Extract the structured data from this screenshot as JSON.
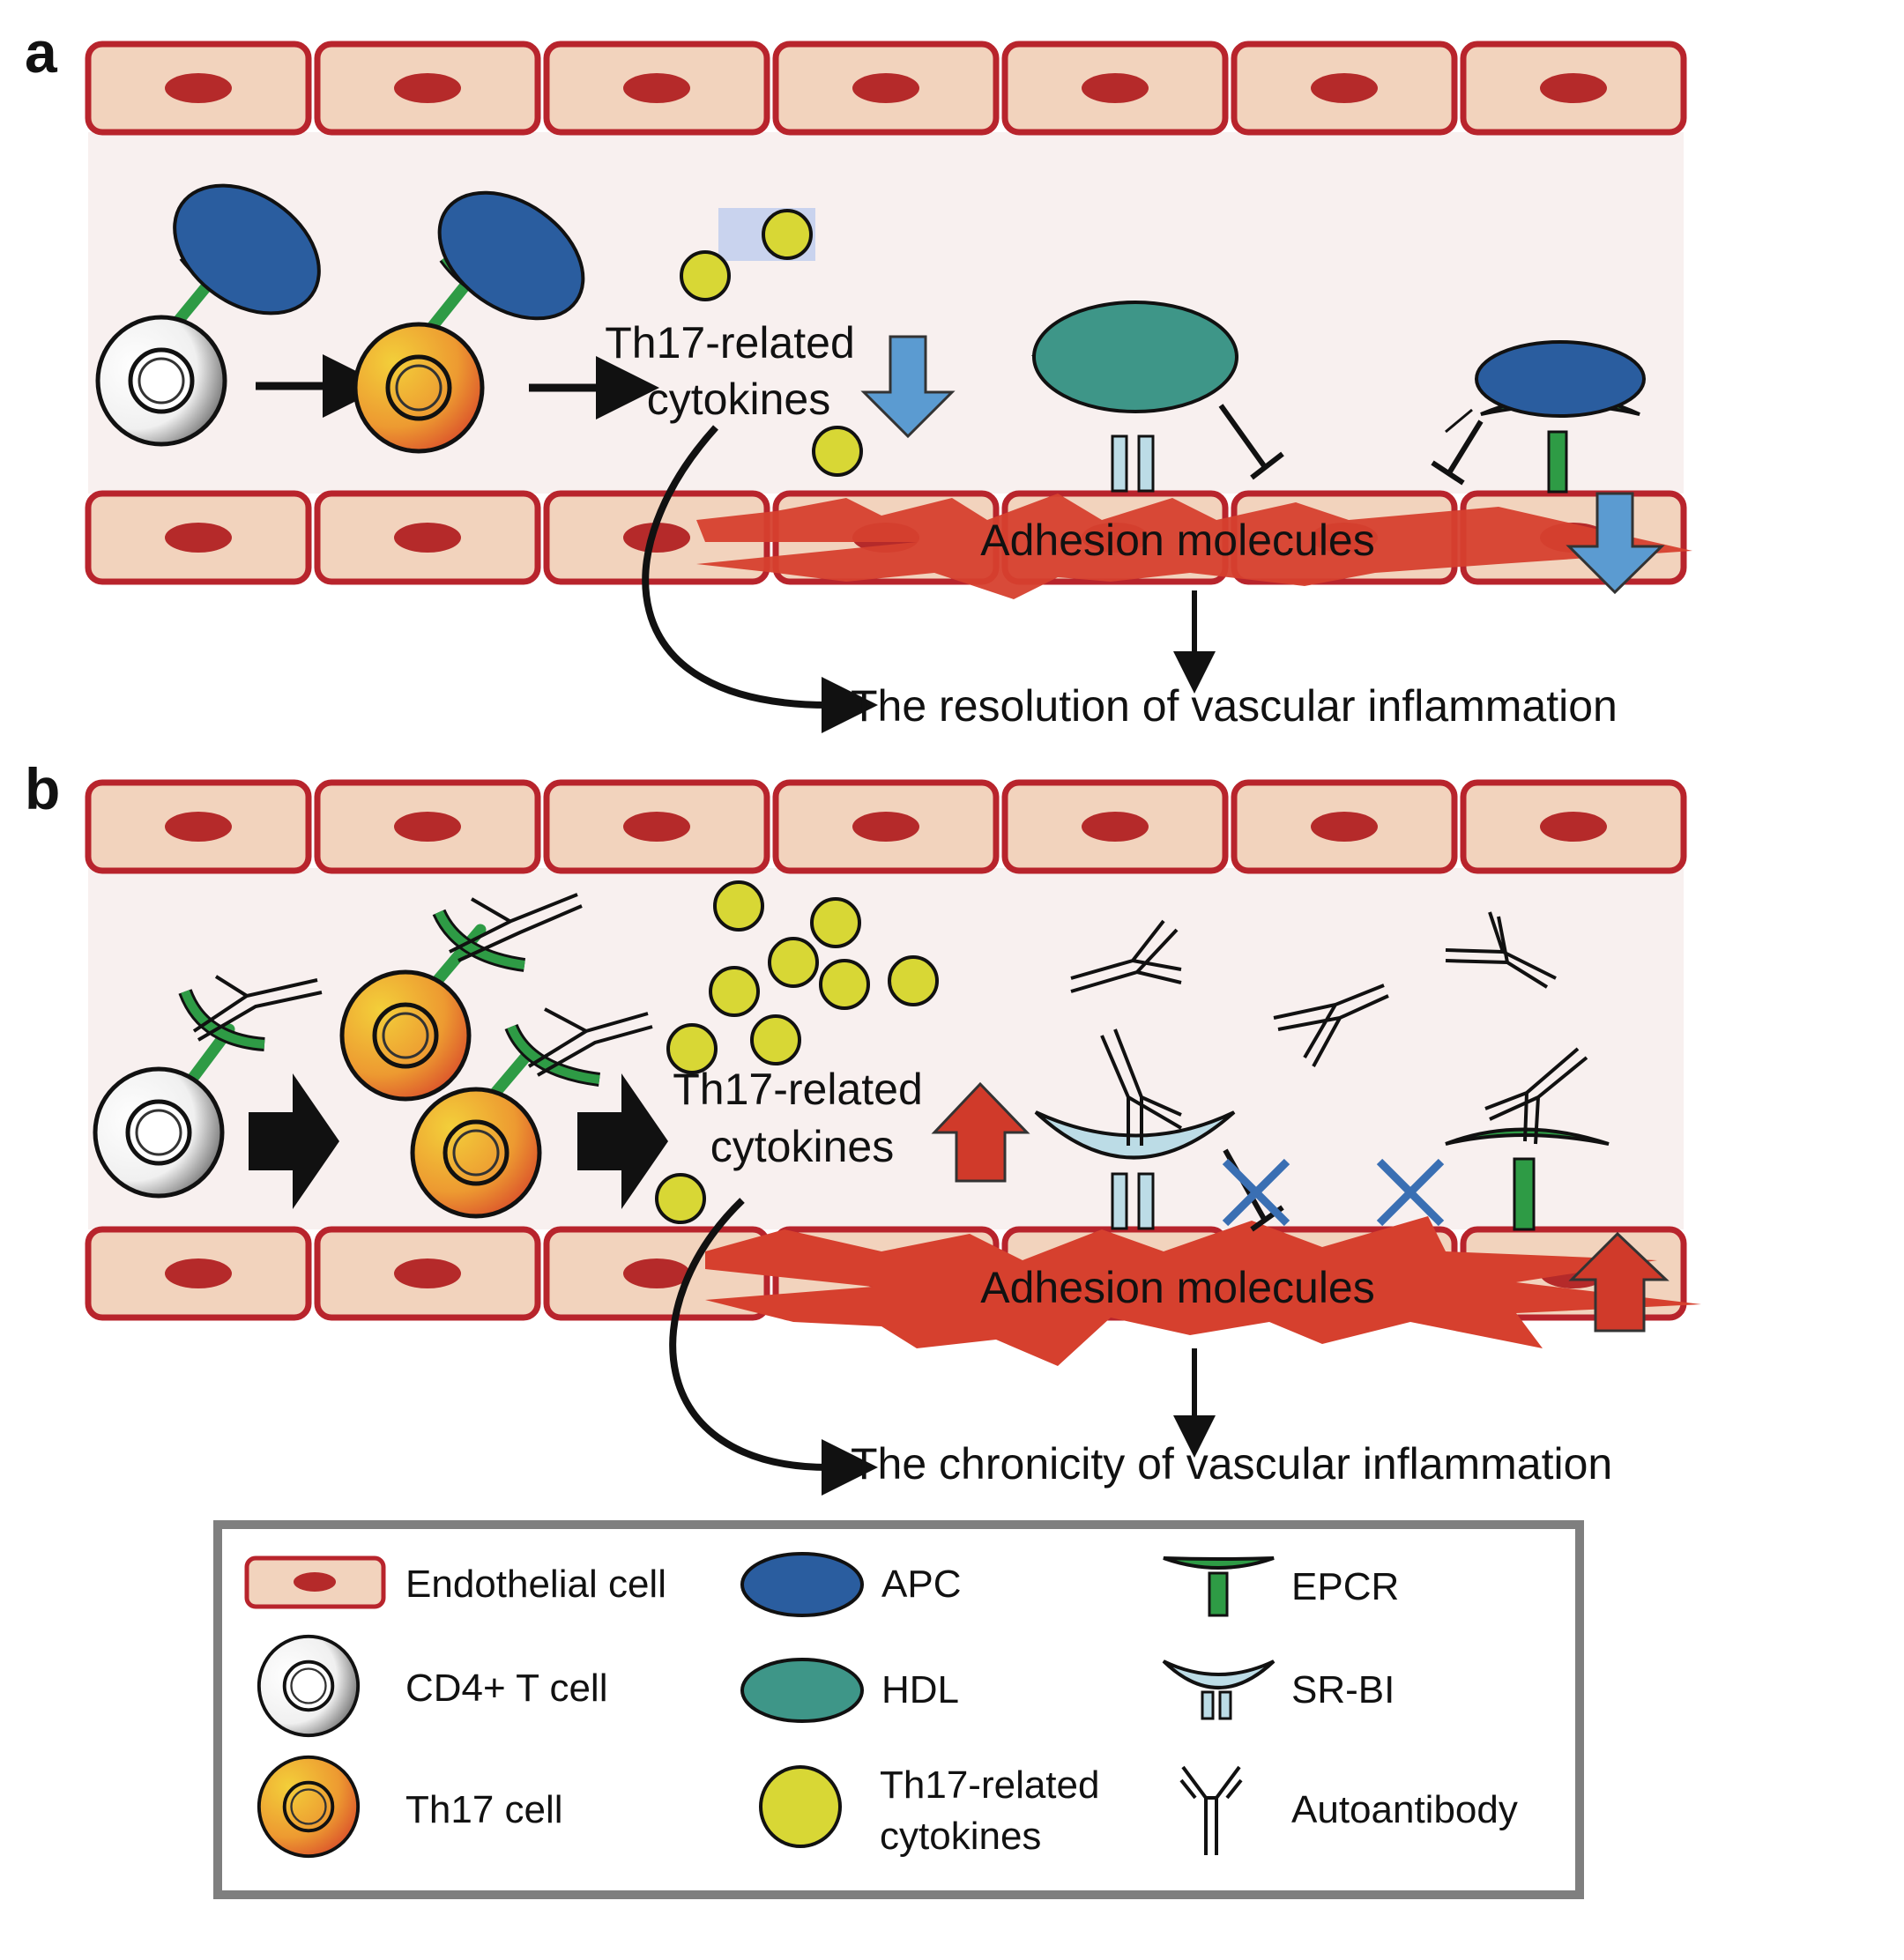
{
  "panel_a": {
    "letter": "a",
    "cytokine_label_line1": "Th17-related",
    "cytokine_label_line2": "cytokines",
    "adhesion_label": "Adhesion molecules",
    "outcome": "The resolution of vascular inflammation"
  },
  "panel_b": {
    "letter": "b",
    "cytokine_label_line1": "Th17-related",
    "cytokine_label_line2": "cytokines",
    "adhesion_label": "Adhesion molecules",
    "outcome": "The chronicity of vascular inflammation"
  },
  "legend": {
    "items": [
      {
        "label": "Endothelial cell",
        "icon": "endothelial-cell-icon"
      },
      {
        "label": "APC",
        "icon": "apc-icon"
      },
      {
        "label": "EPCR",
        "icon": "epcr-icon"
      },
      {
        "label": "CD4+ T cell",
        "icon": "cd4-t-cell-icon"
      },
      {
        "label": "HDL",
        "icon": "hdl-icon"
      },
      {
        "label": "SR-BI",
        "icon": "sr-bi-icon"
      },
      {
        "label": "Th17 cell",
        "icon": "th17-cell-icon"
      },
      {
        "label": "Autoantibody",
        "icon": "autoantibody-icon"
      }
    ],
    "cytokine_line1": "Th17-related",
    "cytokine_line2": "cytokines"
  },
  "colors": {
    "endothelial_fill": "#f2d3bd",
    "endothelial_border": "#b8242c",
    "nucleus": "#b52a2a",
    "lumen": "#f8f0ef",
    "apc": "#2a5d9f",
    "hdl": "#3e9688",
    "epcr": "#2e9b45",
    "sr_bi": "#bcdce6",
    "cytokine": "#d8d735",
    "down_arrow": "#5b9bd1",
    "up_arrow": "#d03a2a",
    "adhesion": "#d6402e",
    "blocked_x": "#3a6fb3"
  }
}
